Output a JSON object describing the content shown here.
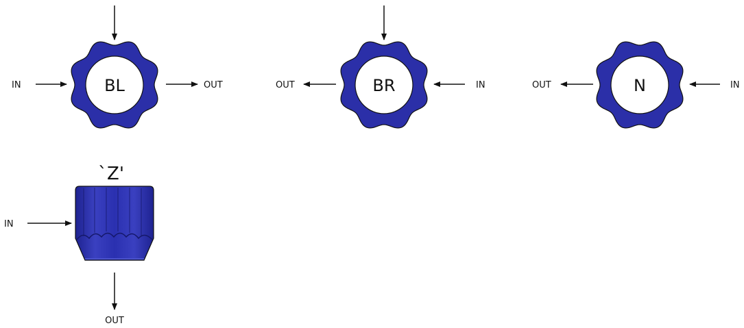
{
  "colors": {
    "knob_fill": "#2B2FA8",
    "knob_dark": "#1A1C7A",
    "knob_light": "#4A52CC",
    "arrow": "#111111"
  },
  "knobs": [
    {
      "id": "bl",
      "center_label": "BL",
      "in_label": "IN",
      "out_label": "OUT",
      "flow": "left-to-right"
    },
    {
      "id": "br",
      "center_label": "BR",
      "in_label": "IN",
      "out_label": "OUT",
      "flow": "right-to-left"
    },
    {
      "id": "n",
      "center_label": "N",
      "in_label": "IN",
      "out_label": "OUT",
      "flow": "right-to-left"
    }
  ],
  "side_view": {
    "title": "`Z'",
    "in_label": "IN",
    "out_label": "OUT",
    "flow": "left-in-bottom-out"
  }
}
